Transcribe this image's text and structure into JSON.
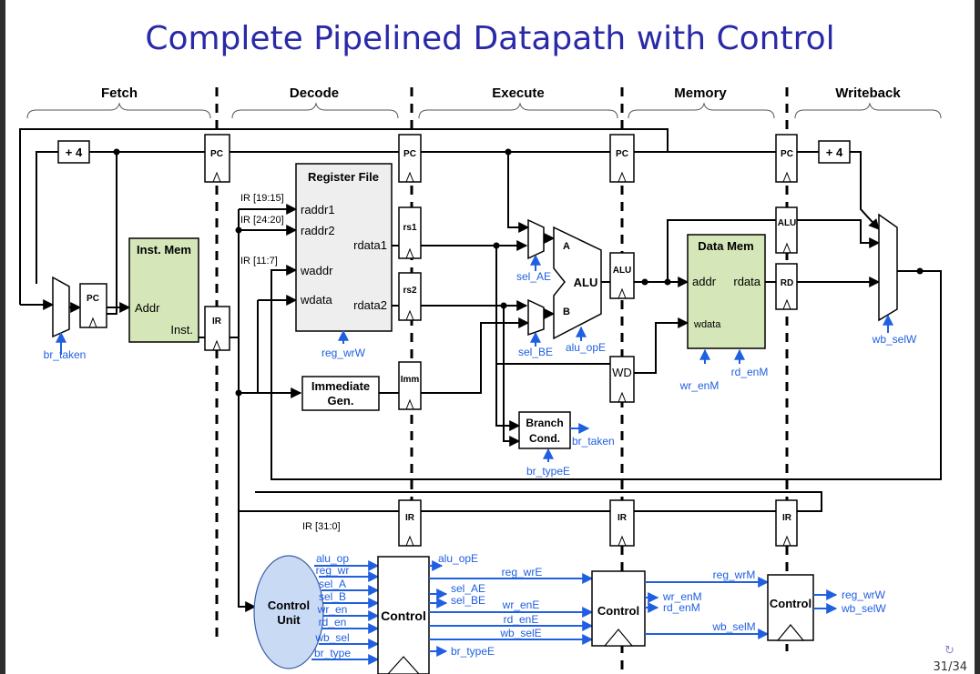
{
  "slide": {
    "title": "Complete Pipelined Datapath with Control",
    "page": "31/34",
    "nav_glyph": "↻"
  },
  "stages": [
    "Fetch",
    "Decode",
    "Execute",
    "Memory",
    "Writeback"
  ],
  "colors": {
    "title": "#2a2aa8",
    "control_blue": "#1f5fe0",
    "mem_green": "#d5e6b8",
    "regfile_gray": "#eeeeee",
    "control_unit_fill": "#c9daf5"
  },
  "labels": {
    "plus4": "+ 4",
    "pc": "PC",
    "ir": "IR",
    "rs1": "rs1",
    "rs2": "rs2",
    "imm": "Imm",
    "alu_reg": "ALU",
    "wd": "WD",
    "rd": "RD",
    "inst_mem": "Inst. Mem",
    "addr": "Addr",
    "inst": "Inst.",
    "register_file": "Register File",
    "raddr1": "raddr1",
    "raddr2": "raddr2",
    "rdata1": "rdata1",
    "rdata2": "rdata2",
    "waddr": "waddr",
    "wdata": "wdata",
    "ir_19_15": "IR [19:15]",
    "ir_24_20": "IR [24:20]",
    "ir_11_7": "IR [11:7]",
    "ir_31_0": "IR [31:0]",
    "reg_wrW": "reg_wrW",
    "imm_gen_1": "Immediate",
    "imm_gen_2": "Gen.",
    "mux_a": "A",
    "mux_b": "B",
    "alu": "ALU",
    "sel_AE": "sel_AE",
    "sel_BE": "sel_BE",
    "alu_opE": "alu_opE",
    "branch_1": "Branch",
    "branch_2": "Cond.",
    "br_taken": "br_taken",
    "br_typeE": "br_typeE",
    "data_mem": "Data Mem",
    "dm_addr": "addr",
    "dm_rdata": "rdata",
    "dm_wdata": "wdata",
    "wr_enM": "wr_enM",
    "rd_enM": "rd_enM",
    "wb_selW": "wb_selW",
    "control_unit_1": "Control",
    "control_unit_2": "Unit",
    "control": "Control"
  },
  "control_unit_outputs": [
    "alu_op",
    "reg_wr",
    "sel_A",
    "sel_B",
    "wr_en",
    "rd_en",
    "wb_sel",
    "br_type"
  ],
  "decode_ctrl_outputs": [
    "alu_opE",
    "reg_wrE",
    "sel_AE",
    "sel_BE",
    "wr_enE",
    "rd_enE",
    "wb_selE",
    "br_typeE"
  ],
  "execute_ctrl_outputs": [
    "reg_wrM",
    "wr_enM",
    "rd_enM",
    "wb_selM"
  ],
  "memory_ctrl_outputs": [
    "reg_wrW",
    "wb_selW"
  ]
}
